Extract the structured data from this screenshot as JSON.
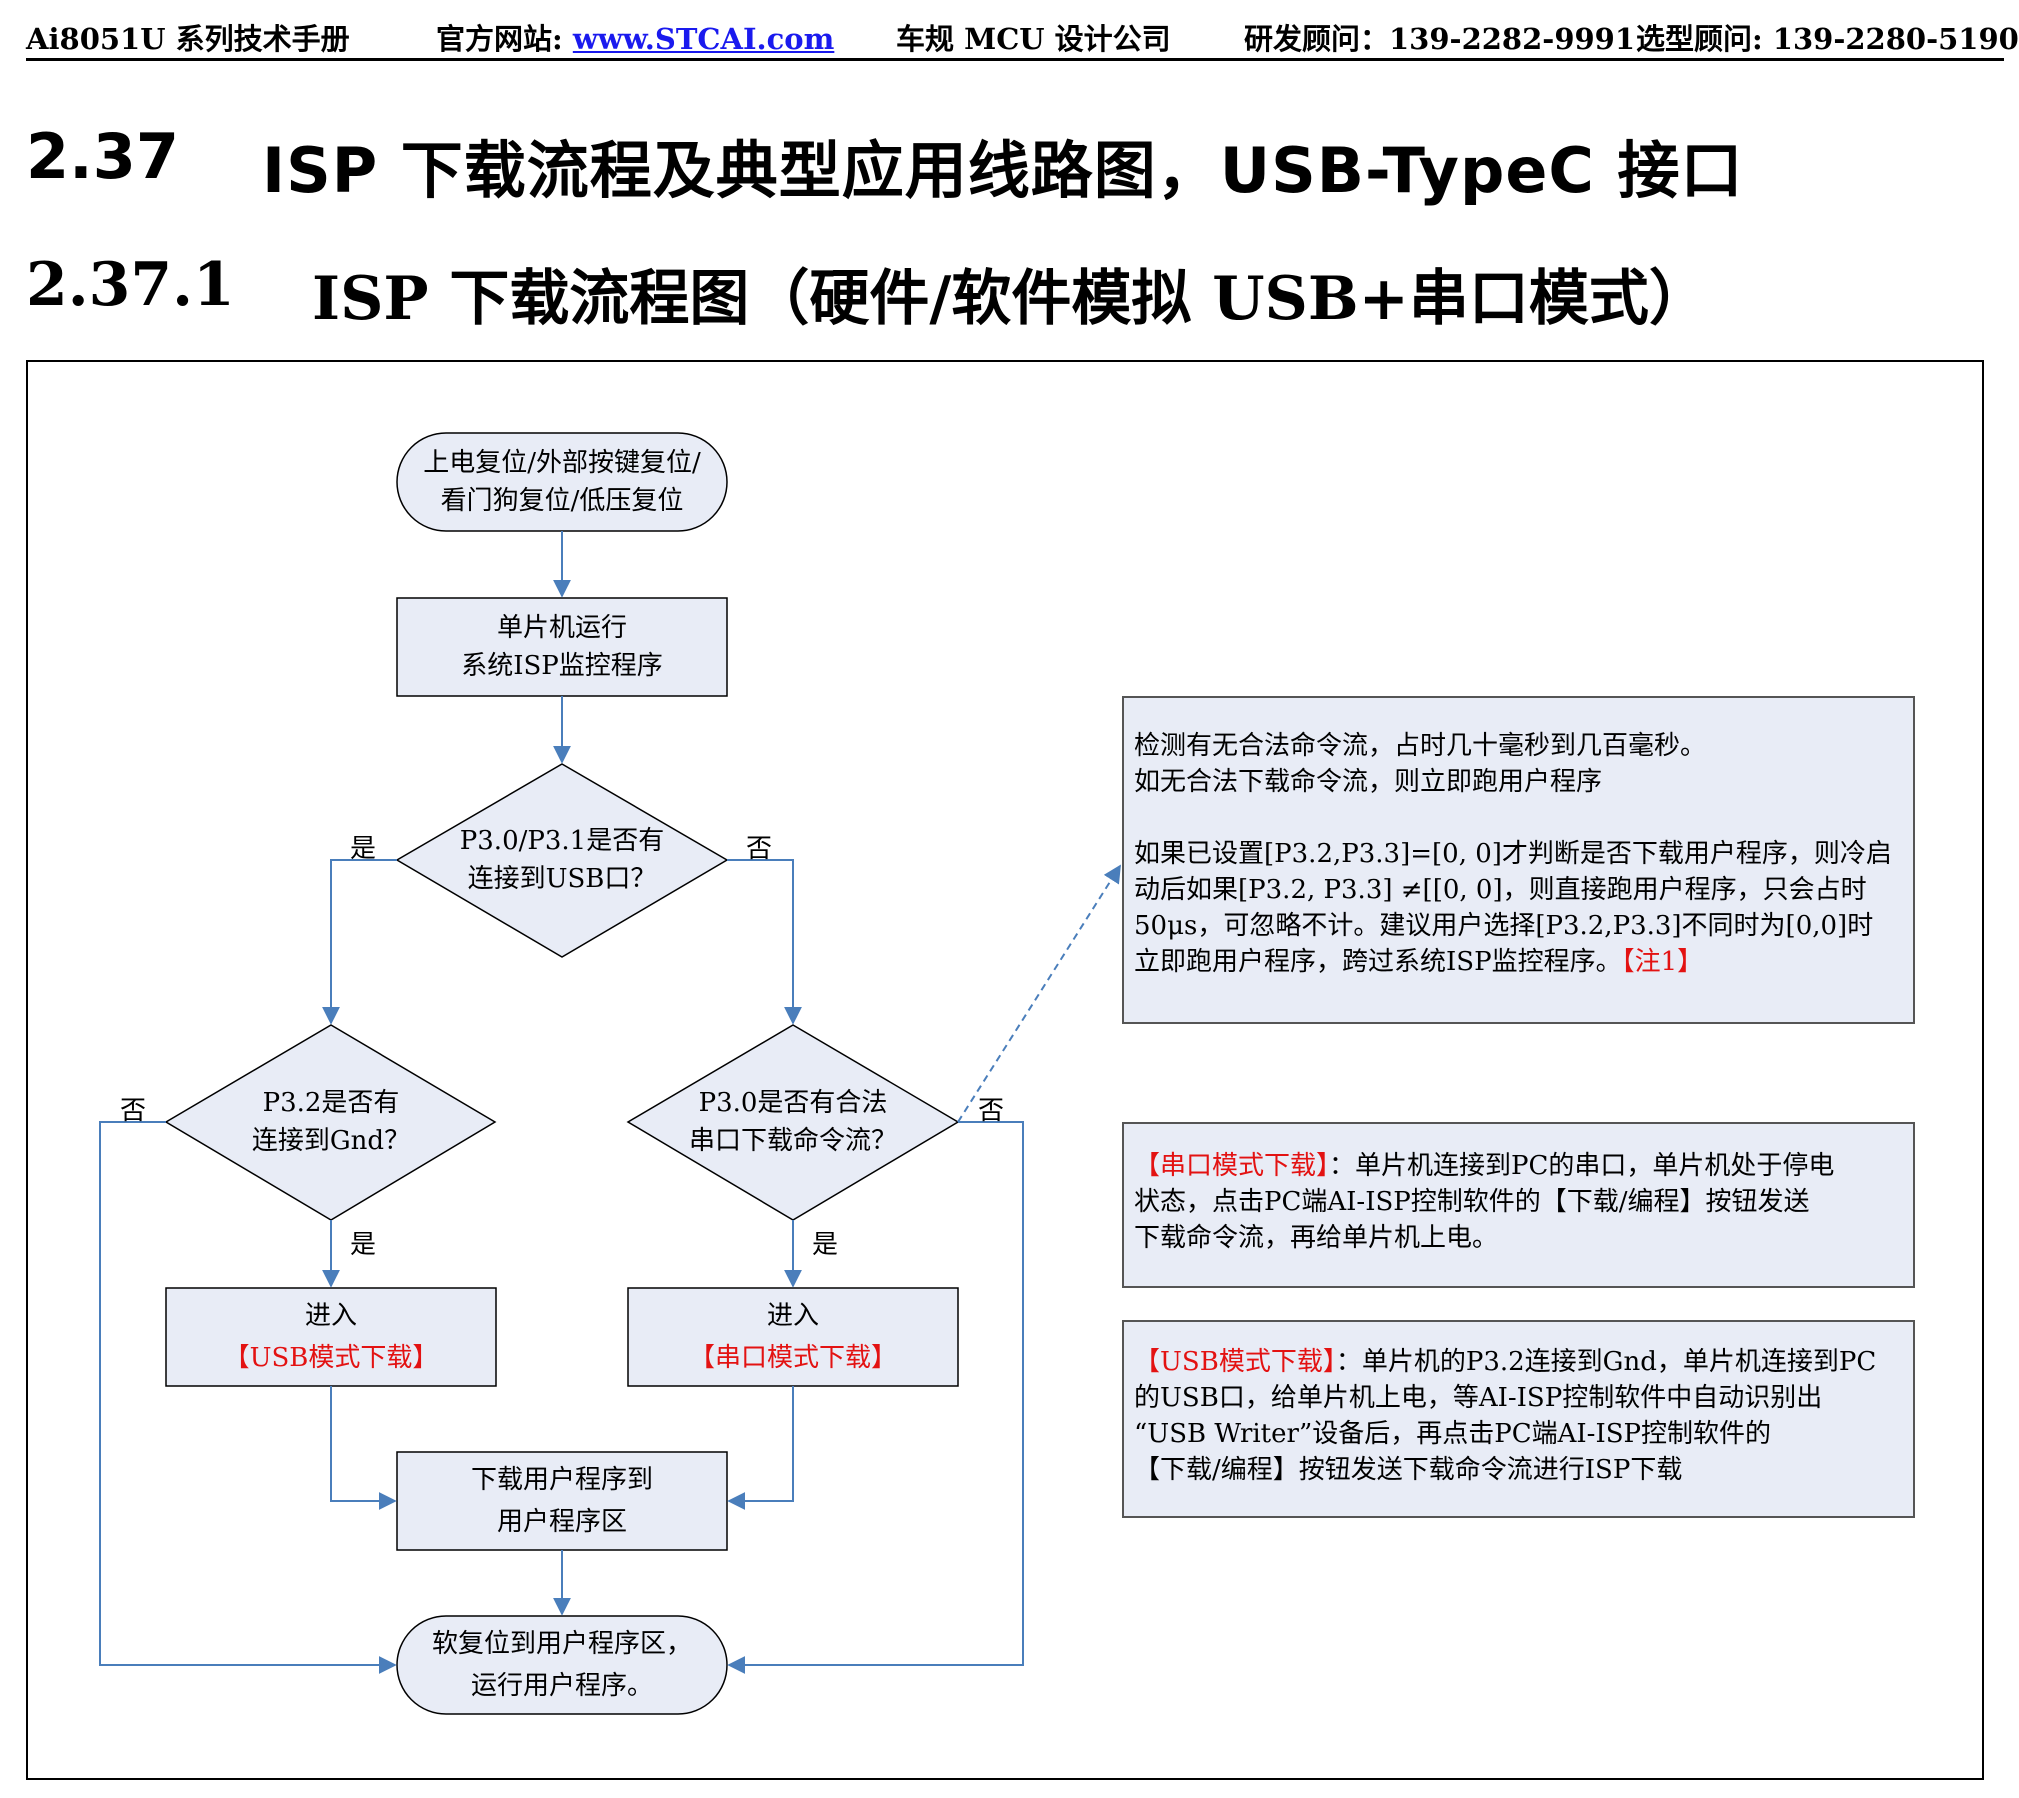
{
  "header": {
    "manual_title": "Ai8051U 系列技术手册",
    "site_label": "官方网站: ",
    "site_url": "www.STCAI.com",
    "company": "车规 MCU 设计公司",
    "rd_consultant": "研发顾问：139-2282-9991",
    "selection_consultant": "选型顾问: 139-2280-5190"
  },
  "section": {
    "number": "2.37",
    "title": "ISP 下载流程及典型应用线路图，USB-TypeC 接口"
  },
  "subsection": {
    "number": "2.37.1",
    "title": "ISP 下载流程图（硬件/软件模拟 USB+串口模式）"
  },
  "flowchart": {
    "start": [
      "上电复位/外部按键复位/",
      "看门狗复位/低压复位"
    ],
    "monitor": [
      "单片机运行",
      "系统ISP监控程序"
    ],
    "decision_usb": [
      "P3.0/P3.1是否有",
      "连接到USB口？"
    ],
    "decision_gnd": [
      "P3.2是否有",
      "连接到Gnd？"
    ],
    "decision_serial": [
      "P3.0是否有合法",
      "串口下载命令流？"
    ],
    "enter_usb": {
      "line1": "进入",
      "line2": "【USB模式下载】"
    },
    "enter_serial": {
      "line1": "进入",
      "line2": "【串口模式下载】"
    },
    "download_user": [
      "下载用户程序到",
      "用户程序区"
    ],
    "end": [
      "软复位到用户程序区，",
      "运行用户程序。"
    ],
    "yes": "是",
    "no": "否",
    "line_color": "#4a7ebb",
    "box_fill": "#e8ecf6"
  },
  "notes": {
    "monitor_note": {
      "lines_a": [
        "检测有无合法命令流，占时几十毫秒到几百毫秒。",
        "如无合法下载命令流，则立即跑用户程序"
      ],
      "lines_b": [
        "如果已设置[P3.2,P3.3]=[0, 0]才判断是否下载用户程序，则冷启",
        "动后如果[P3.2, P3.3] ≠[[0, 0]，则直接跑用户程序，只会占时",
        "50μs，可忽略不计。建议用户选择[P3.2,P3.3]不同时为[0,0]时"
      ],
      "last_line": "立即跑用户程序，跨过系统ISP监控程序。",
      "tag": "【注1】"
    },
    "serial_note": {
      "tag": "【串口模式下载】",
      "line1": "：单片机连接到PC的串口，单片机处于停电",
      "line2": "状态，点击PC端AI-ISP控制软件的【下载/编程】按钮发送",
      "line3": "下载命令流，再给单片机上电。"
    },
    "usb_note": {
      "tag": "【USB模式下载】",
      "line1": "：单片机的P3.2连接到Gnd，单片机连接到PC",
      "line2": "的USB口，给单片机上电，等AI-ISP控制软件中自动识别出",
      "line3": "“USB Writer”设备后，再点击PC端AI-ISP控制软件的",
      "line4": "【下载/编程】按钮发送下载命令流进行ISP下载"
    }
  }
}
